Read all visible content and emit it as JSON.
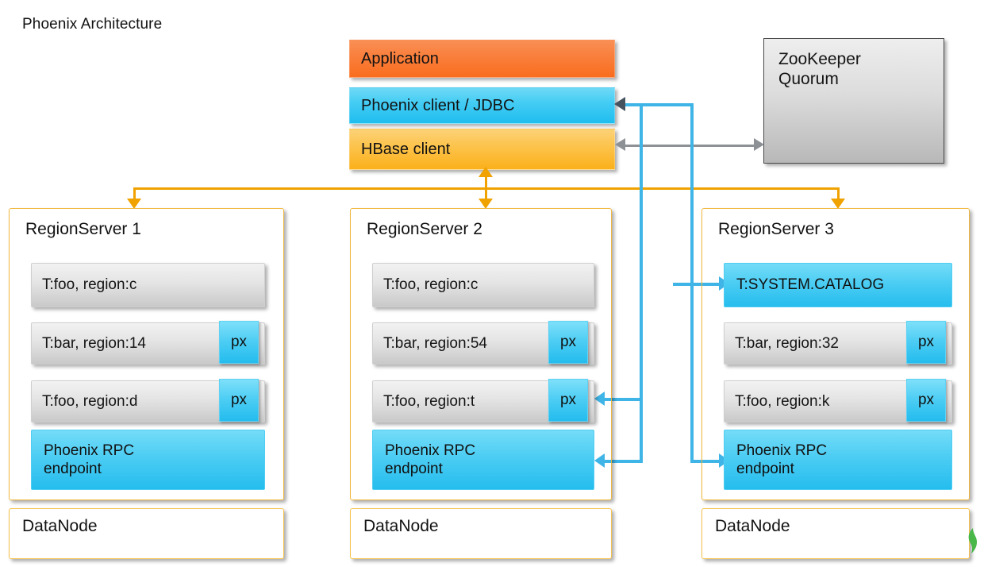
{
  "title": "Phoenix Architecture",
  "client_stack": {
    "rows": [
      {
        "label": "Application",
        "kind": "application"
      },
      {
        "label": "Phoenix client / JDBC",
        "kind": "phoenix-client"
      },
      {
        "label": "HBase client",
        "kind": "hbase-client"
      }
    ]
  },
  "zookeeper": {
    "label": "ZooKeeper\nQuorum"
  },
  "region_servers": [
    {
      "title": "RegionServer 1",
      "rows": [
        {
          "label": "T:foo, region:c",
          "style": "gray",
          "px": false
        },
        {
          "label": "T:bar, region:14",
          "style": "gray",
          "px": true,
          "px_label": "px"
        },
        {
          "label": "T:foo, region:d",
          "style": "gray",
          "px": true,
          "px_label": "px"
        },
        {
          "label": "Phoenix RPC\nendpoint",
          "style": "blue",
          "px": false
        }
      ]
    },
    {
      "title": "RegionServer 2",
      "rows": [
        {
          "label": "T:foo, region:c",
          "style": "gray",
          "px": false
        },
        {
          "label": "T:bar, region:54",
          "style": "gray",
          "px": true,
          "px_label": "px"
        },
        {
          "label": "T:foo, region:t",
          "style": "gray",
          "px": true,
          "px_label": "px"
        },
        {
          "label": "Phoenix RPC\nendpoint",
          "style": "blue",
          "px": false
        }
      ]
    },
    {
      "title": "RegionServer 3",
      "rows": [
        {
          "label": "T:SYSTEM.CATALOG",
          "style": "blue",
          "px": false
        },
        {
          "label": "T:bar, region:32",
          "style": "gray",
          "px": true,
          "px_label": "px"
        },
        {
          "label": "T:foo, region:k",
          "style": "gray",
          "px": true,
          "px_label": "px"
        },
        {
          "label": "Phoenix RPC\nendpoint",
          "style": "blue",
          "px": false
        }
      ]
    }
  ],
  "data_nodes": [
    {
      "label": "DataNode"
    },
    {
      "label": "DataNode"
    },
    {
      "label": "DataNode"
    }
  ],
  "colors": {
    "application": "#f9813f",
    "phoenix_client": "#45cdf4",
    "hbase_client": "#fcc44e",
    "region_server": "#fcd35e",
    "data_node": "#fccc5c",
    "zookeeper": "#dcdcdc",
    "orange_connector": "#f0a200",
    "blue_connector": "#3fb4e6",
    "gray_connector": "#8d9196",
    "px_badge": "#4fcef4"
  },
  "footer": {
    "text": "",
    "brand": ""
  }
}
